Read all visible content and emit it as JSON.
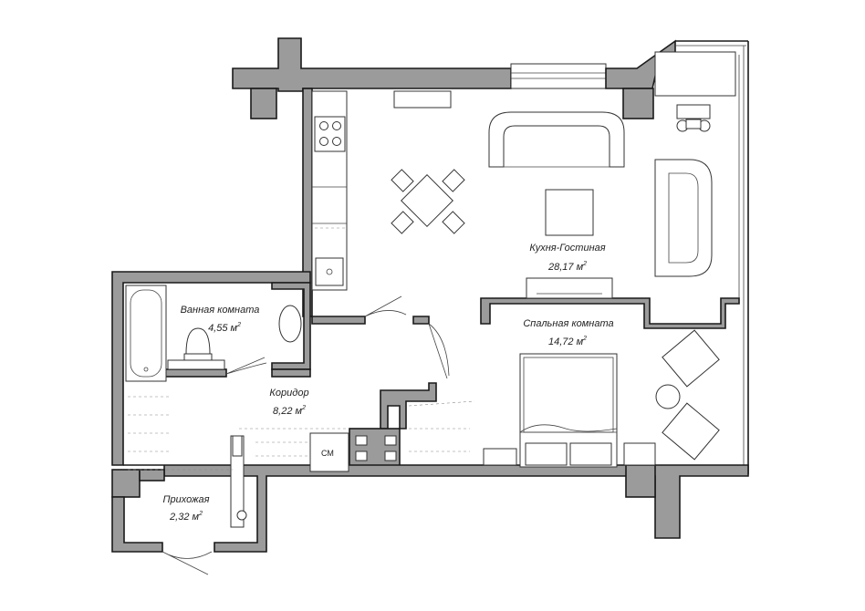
{
  "rooms": {
    "kitchen_living": {
      "name": "Кухня-Гостиная",
      "area": "28,17",
      "unit": "м",
      "sup": "2"
    },
    "bathroom": {
      "name": "Ванная комната",
      "area": "4,55",
      "unit": "м",
      "sup": "2"
    },
    "bedroom": {
      "name": "Спальная комната",
      "area": "14,72",
      "unit": "м",
      "sup": "2"
    },
    "corridor": {
      "name": "Коридор",
      "area": "8,22",
      "unit": "м",
      "sup": "2"
    },
    "hallway": {
      "name": "Прихожая",
      "area": "2,32",
      "unit": "м",
      "sup": "2"
    }
  },
  "fixtures": {
    "washer_label": "СМ"
  },
  "colors": {
    "wall_fill": "#9b9b9b",
    "line": "#1a1a1a",
    "background": "#ffffff"
  }
}
